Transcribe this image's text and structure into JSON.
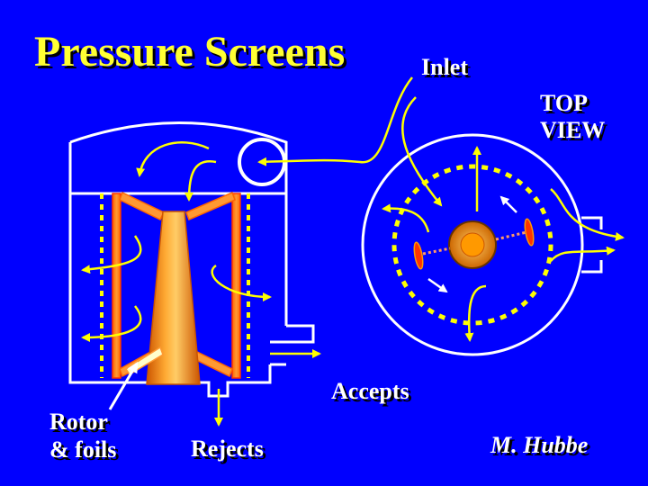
{
  "slide": {
    "title": "Pressure Screens",
    "author": "M. Hubbe"
  },
  "labels": {
    "inlet": "Inlet",
    "top_view_line1": "TOP",
    "top_view_line2": "VIEW",
    "accepts": "Accepts",
    "rotor_line1": "Rotor",
    "rotor_line2": "& foils",
    "rejects": "Rejects"
  },
  "colors": {
    "background": "#0000ff",
    "title": "#ffff33",
    "text": "#ffffff",
    "flow_arrow": "#ffff00",
    "housing": "#ffffff",
    "screen_plate": "#ffff00",
    "screen_frame": "#ff6600",
    "rotor": "#ff9900",
    "foil": "#ff3300"
  }
}
